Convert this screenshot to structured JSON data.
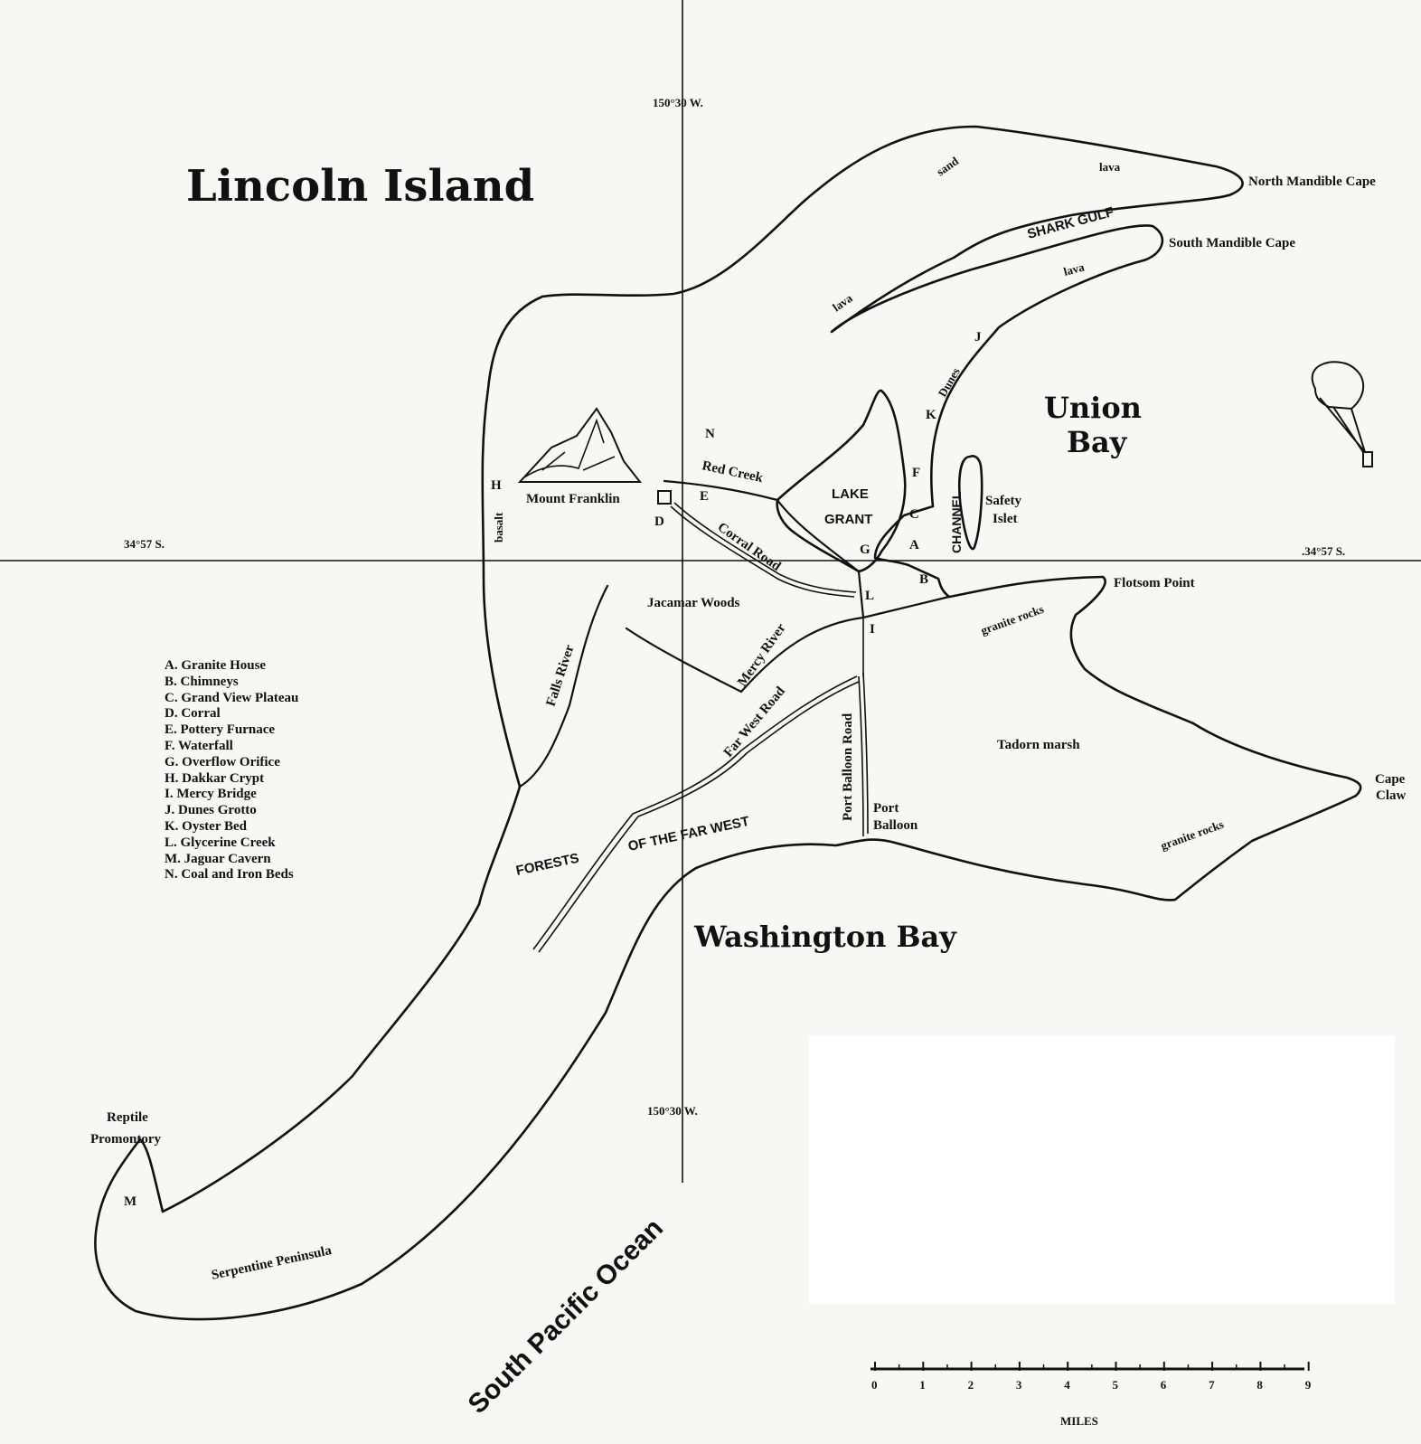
{
  "title": "Lincoln Island",
  "coordinates": {
    "longitude_top": "150°30 W.",
    "longitude_bottom": "150°30 W.",
    "latitude_left": "34°57 S.",
    "latitude_right": ".34°57 S."
  },
  "water_bodies": {
    "union_bay_line1": "Union",
    "union_bay_line2": "Bay",
    "washington_bay": "Washington Bay",
    "south_pacific_ocean": "South Pacific Ocean",
    "shark_gulf": "SHARK GULF",
    "lake_grant_line1": "LAKE",
    "lake_grant_line2": "GRANT",
    "channel": "CHANNEL"
  },
  "places": {
    "north_mandible_cape": "North Mandible Cape",
    "south_mandible_cape": "South Mandible Cape",
    "mount_franklin": "Mount Franklin",
    "safety_islet_line1": "Safety",
    "safety_islet_line2": "Islet",
    "flotsom_point": "Flotsom Point",
    "jacamar_woods": "Jacamar Woods",
    "tadorn_marsh": "Tadorn marsh",
    "cape_claw_line1": "Cape",
    "cape_claw_line2": "Claw",
    "port_balloon_line1": "Port",
    "port_balloon_line2": "Balloon",
    "reptile_promontory_line1": "Reptile",
    "reptile_promontory_line2": "Promontory",
    "serpentine_peninsula": "Serpentine Peninsula",
    "forests": "FORESTS",
    "of_the_far_west": "OF THE FAR WEST"
  },
  "terrain": {
    "sand": "sand",
    "lava_north": "lava",
    "lava_south": "lava",
    "lava_west": "lava",
    "dunes": "Dunes",
    "basalt": "basalt",
    "granite_rocks_north": "granite rocks",
    "granite_rocks_south": "granite rocks"
  },
  "waterways": {
    "red_creek": "Red Creek",
    "falls_river": "Falls River",
    "mercy_river": "Mercy River"
  },
  "roads": {
    "corral_road": "Corral Road",
    "far_west_road": "Far West Road",
    "port_balloon_road": "Port Balloon Road"
  },
  "markers": {
    "A": "A",
    "B": "B",
    "C": "C",
    "D": "D",
    "E": "E",
    "F": "F",
    "G": "G",
    "H": "H",
    "I": "I",
    "J": "J",
    "K": "K",
    "L": "L",
    "M": "M",
    "N": "N"
  },
  "legend": [
    "A. Granite House",
    "B. Chimneys",
    "C. Grand View Plateau",
    "D. Corral",
    "E. Pottery Furnace",
    "F. Waterfall",
    "G. Overflow Orifice",
    "H. Dakkar Crypt",
    "I. Mercy Bridge",
    "J. Dunes Grotto",
    "K. Oyster Bed",
    "L. Glycerine Creek",
    "M. Jaguar Cavern",
    "N. Coal and Iron Beds"
  ],
  "scale": {
    "ticks": [
      "0",
      "1",
      "2",
      "3",
      "4",
      "5",
      "6",
      "7",
      "8",
      "9"
    ],
    "unit": "MILES"
  }
}
